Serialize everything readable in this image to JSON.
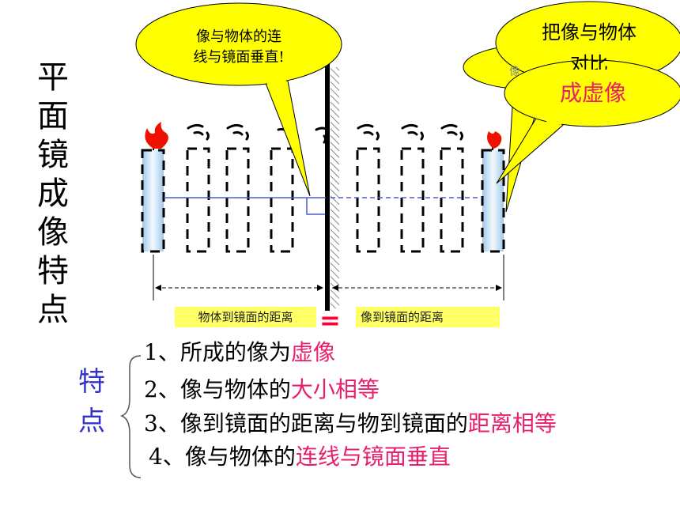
{
  "title_chars": [
    "平",
    "面",
    "镜",
    "成",
    "像",
    "特",
    "点"
  ],
  "callouts": {
    "perpendicular_line1": "像与物体的连",
    "perpendicular_line2": "线与镜面垂直!",
    "compare_line1": "把像与物体",
    "compare_line2": "对比",
    "hidden_fragment": "像",
    "virtual_image": "成虚像"
  },
  "distance_labels": {
    "object_distance": "物体到镜面的距离",
    "equals": "=",
    "image_distance": "像到镜面的距离"
  },
  "features": {
    "heading_chars": [
      "特",
      "点"
    ],
    "items": [
      {
        "prefix": "1、所成的像为",
        "highlight": "虚像"
      },
      {
        "prefix": "2、像与物体的",
        "highlight": "大小相等"
      },
      {
        "prefix": "3、像到镜面的距离与物到镜面的",
        "highlight": "距离相等"
      },
      {
        "prefix": "4、像与物体的",
        "highlight": "连线与镜面垂直"
      }
    ]
  },
  "colors": {
    "bubble_fill": "#ffff00",
    "label_fill": "#ffff66",
    "highlight": "#e8206c",
    "heading_blue": "#3333cc",
    "equals_red": "#ff0033",
    "candle_fill": "#cfe6f7",
    "flame_red": "#ee1100",
    "connect_line": "#4a5fd0"
  }
}
